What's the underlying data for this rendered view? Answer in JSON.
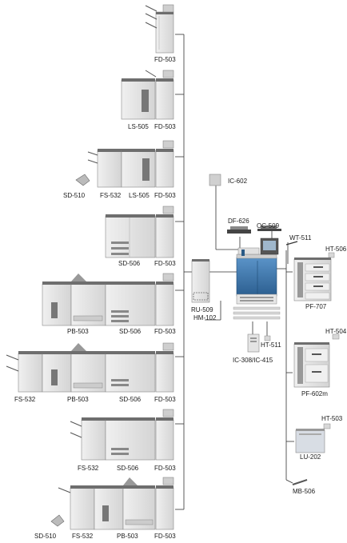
{
  "labels": {
    "fd503": "FD-503",
    "ls505": "LS-505",
    "sd510": "SD-510",
    "fs532": "FS-532",
    "sd506": "SD-506",
    "pb503": "PB-503",
    "ic602": "IC-602",
    "df626": "DF-626",
    "oc509": "OC-509",
    "wt511": "WT-511",
    "ht506": "HT-506",
    "pf707": "PF-707",
    "ru509": "RU-509",
    "hm102": "HM-102",
    "ht511": "HT-511",
    "ic308": "IC-308/IC-415",
    "ht504": "HT-504",
    "pf602m": "PF-602m",
    "ht503": "HT-503",
    "lu202": "LU-202",
    "mb506": "MB-506"
  },
  "colors": {
    "line": "#333333",
    "unit_light": "#e2e2e2",
    "unit_mid": "#c9c9c9",
    "unit_dark": "#6e6e6e",
    "engine_blue": "#3f78ad",
    "engine_blue_dark": "#2a5a86"
  }
}
